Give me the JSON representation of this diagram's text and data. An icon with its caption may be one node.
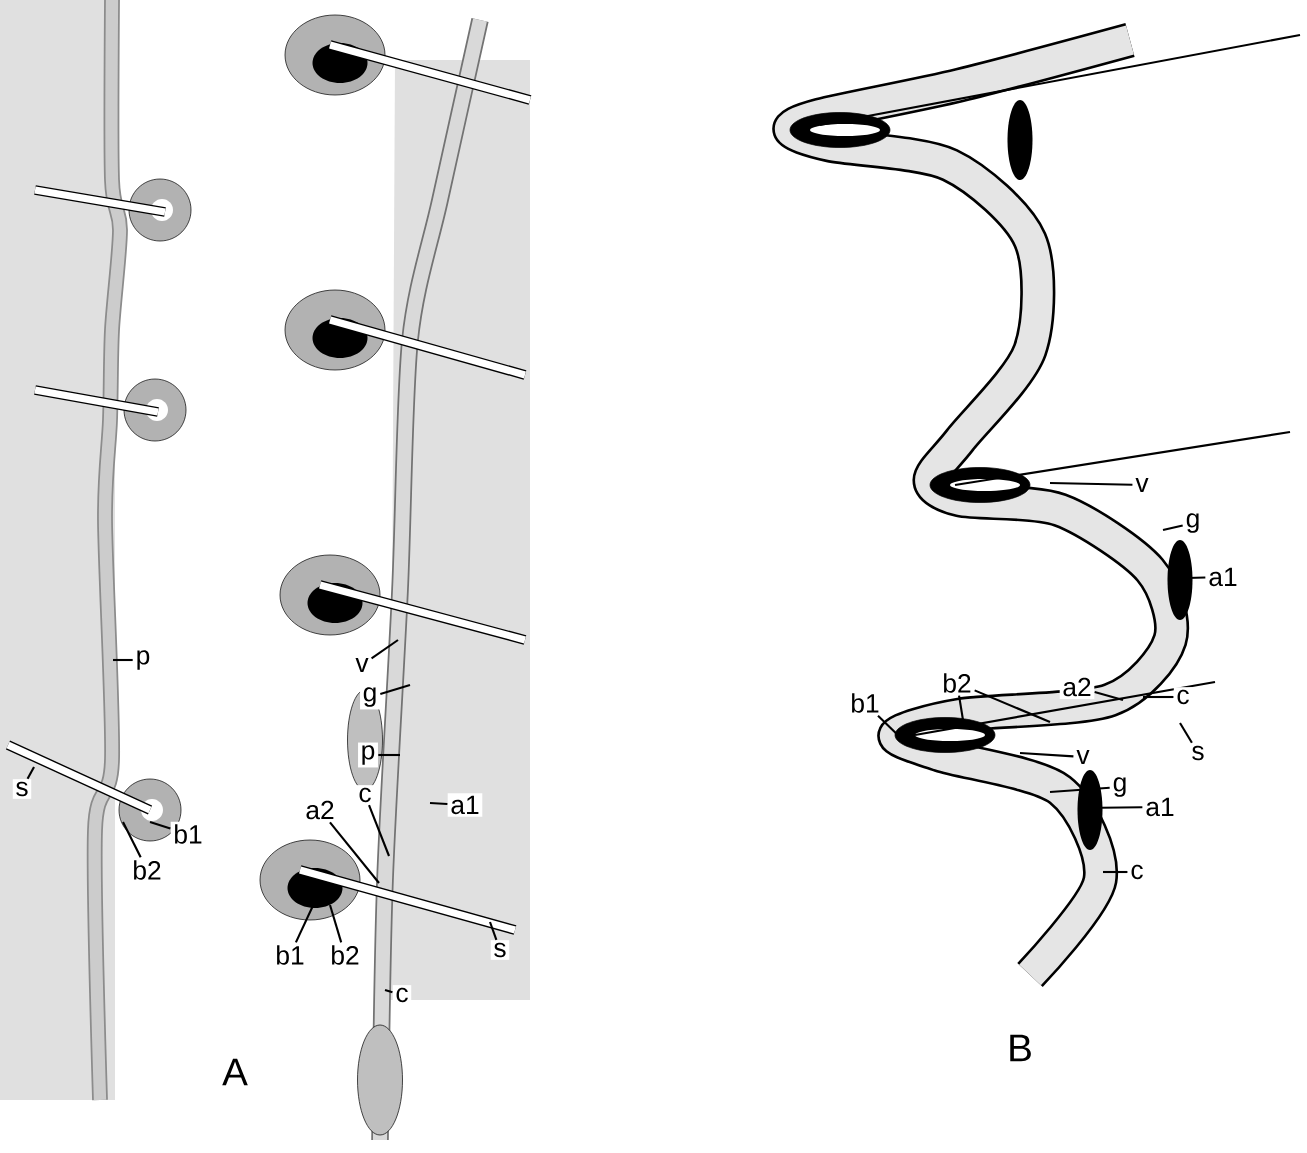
{
  "diagram": {
    "nodes": [
      {
        "text": [
          "p"
        ]
      },
      {
        "text": [
          "s"
        ]
      },
      {
        "text": [
          "b1"
        ]
      },
      {
        "text": [
          "b2"
        ]
      },
      {
        "text": [
          "v"
        ]
      },
      {
        "text": [
          "g"
        ]
      },
      {
        "text": [
          "p"
        ]
      },
      {
        "text": [
          "a2"
        ]
      },
      {
        "text": [
          "c"
        ]
      },
      {
        "text": [
          "a1"
        ]
      },
      {
        "text": [
          "b1"
        ]
      },
      {
        "text": [
          "b2"
        ]
      },
      {
        "text": [
          "s"
        ]
      },
      {
        "text": [
          "c"
        ]
      },
      {
        "text": [
          "v"
        ]
      },
      {
        "text": [
          "g"
        ]
      },
      {
        "text": [
          "a1"
        ]
      },
      {
        "text": [
          "b2"
        ]
      },
      {
        "text": [
          "a2"
        ]
      },
      {
        "text": [
          "c"
        ]
      },
      {
        "text": [
          "b1"
        ]
      },
      {
        "text": [
          "s"
        ]
      },
      {
        "text": [
          "v"
        ]
      },
      {
        "text": [
          "g"
        ]
      },
      {
        "text": [
          "a1"
        ]
      },
      {
        "text": [
          "c"
        ]
      }
    ],
    "edges": [
      {
        "from": 0,
        "to": null,
        "arrow": "none"
      },
      {
        "from": 1,
        "to": null,
        "arrow": "none"
      },
      {
        "from": 2,
        "to": null,
        "arrow": "none"
      },
      {
        "from": 3,
        "to": null,
        "arrow": "none"
      },
      {
        "from": 4,
        "to": null,
        "arrow": "none"
      },
      {
        "from": 5,
        "to": null,
        "arrow": "none"
      },
      {
        "from": 6,
        "to": null,
        "arrow": "none"
      },
      {
        "from": 7,
        "to": null,
        "arrow": "none"
      },
      {
        "from": 8,
        "to": null,
        "arrow": "none"
      },
      {
        "from": 9,
        "to": null,
        "arrow": "none"
      },
      {
        "from": 10,
        "to": null,
        "arrow": "none"
      },
      {
        "from": 11,
        "to": null,
        "arrow": "none"
      },
      {
        "from": 12,
        "to": null,
        "arrow": "none"
      },
      {
        "from": 13,
        "to": null,
        "arrow": "none"
      },
      {
        "from": 14,
        "to": null,
        "arrow": "none"
      },
      {
        "from": 15,
        "to": null,
        "arrow": "none"
      },
      {
        "from": 16,
        "to": null,
        "arrow": "none"
      },
      {
        "from": 17,
        "to": null,
        "arrow": "none"
      },
      {
        "from": 17,
        "to": null,
        "arrow": "none"
      },
      {
        "from": 18,
        "to": null,
        "arrow": "none"
      },
      {
        "from": 19,
        "to": null,
        "arrow": "none"
      },
      {
        "from": 20,
        "to": null,
        "arrow": "none"
      },
      {
        "from": 21,
        "to": null,
        "arrow": "none"
      },
      {
        "from": 22,
        "to": null,
        "arrow": "none"
      },
      {
        "from": 23,
        "to": null,
        "arrow": "none"
      },
      {
        "from": 24,
        "to": null,
        "arrow": "none"
      },
      {
        "from": 25,
        "to": null,
        "arrow": "none"
      }
    ],
    "labels": [
      "A",
      "B"
    ]
  }
}
